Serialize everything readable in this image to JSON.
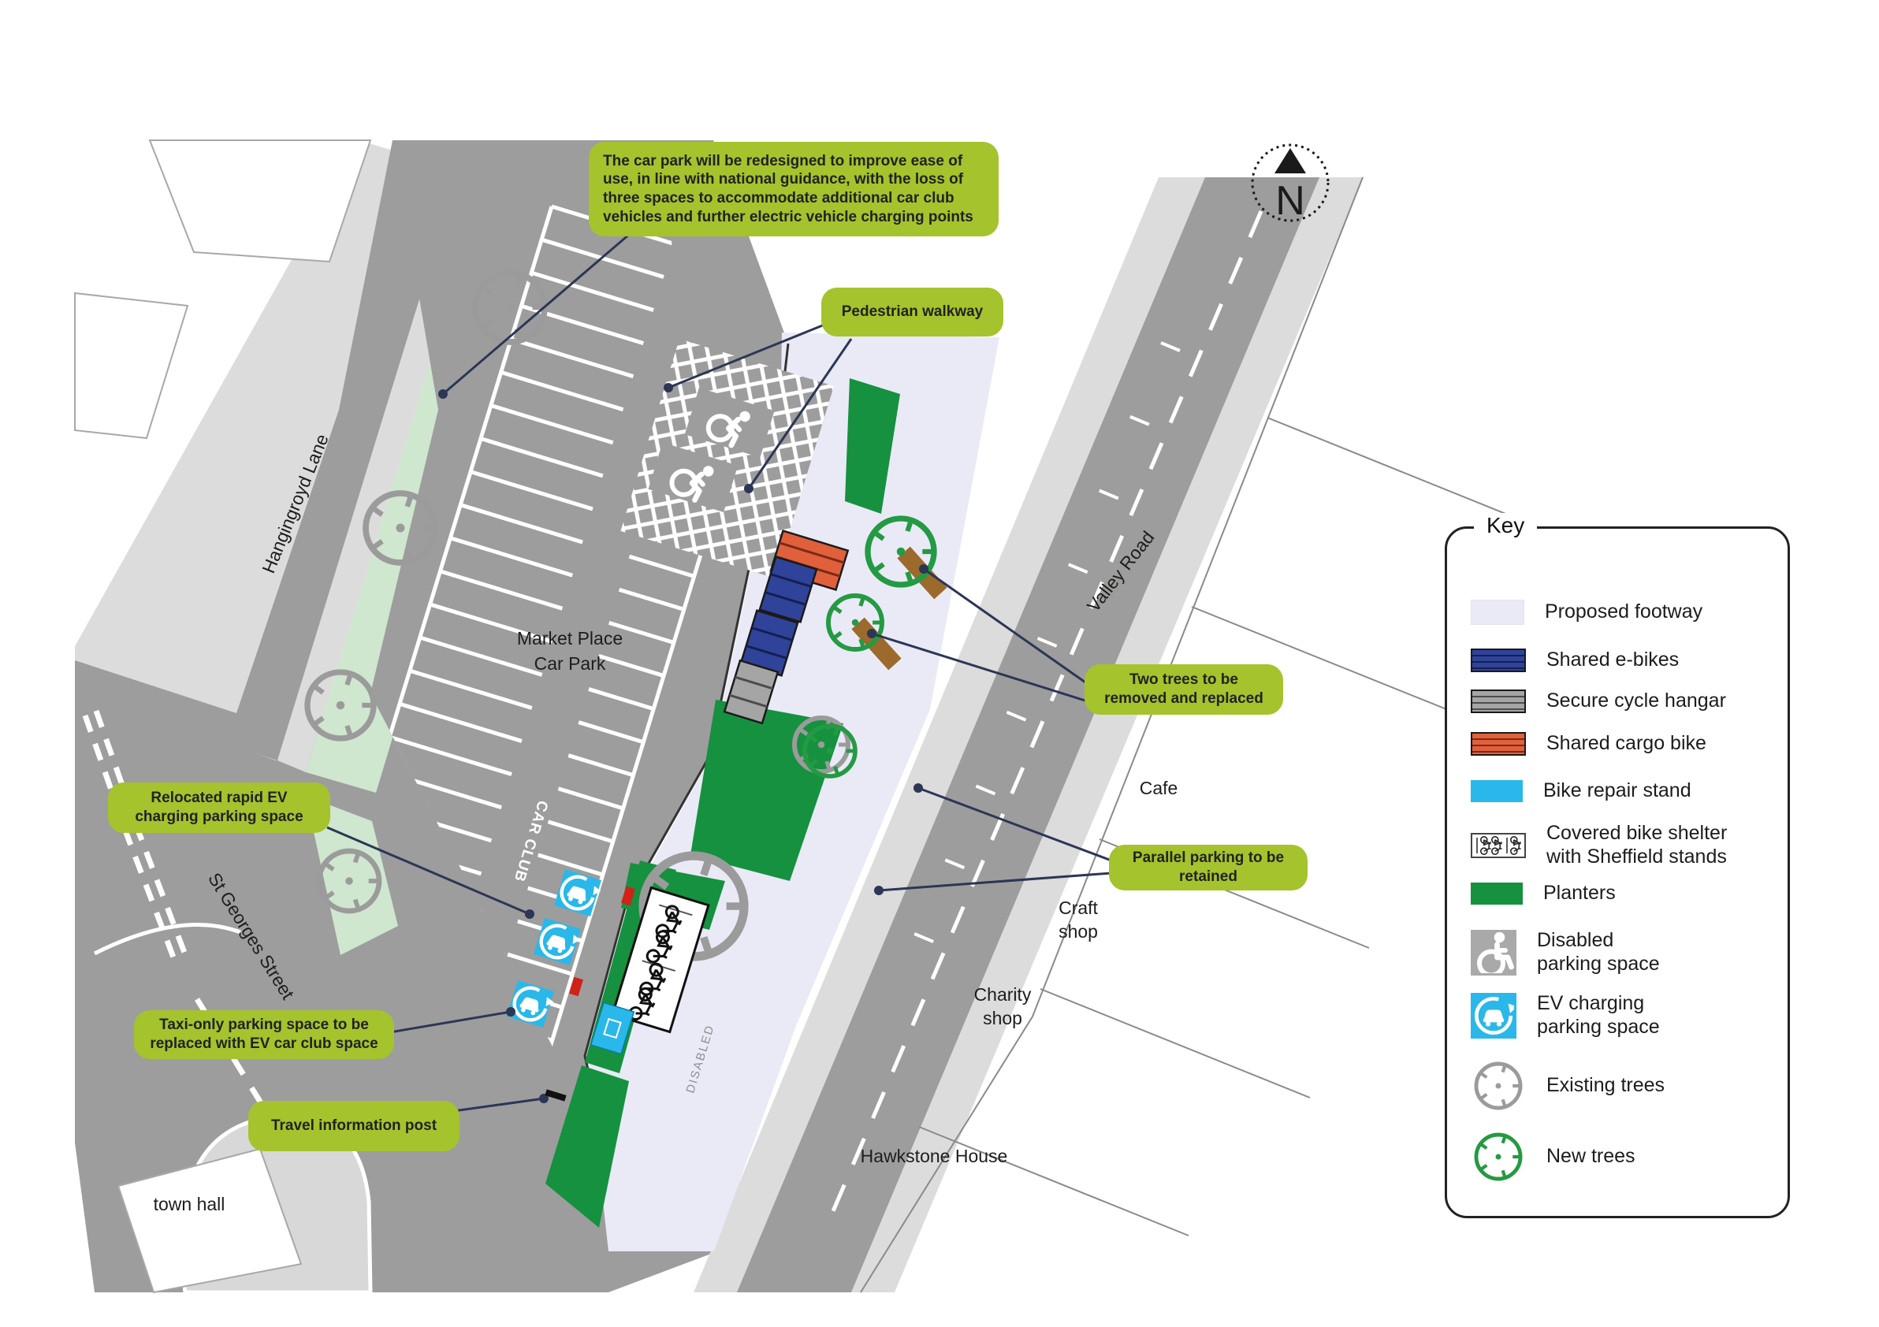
{
  "colors": {
    "callout_green": "#a5c32d",
    "leader_navy": "#2c3655",
    "road_gray": "#9d9d9d",
    "pavement_gray": "#dcdcdc",
    "verge_green": "#cfe6cf",
    "footway_lavender": "#e9eaf6",
    "planter_green": "#16913f",
    "new_tree_green": "#249a43",
    "existing_tree_gray": "#9b9b9b",
    "ebike_blue": "#30439a",
    "cycle_hangar_gray": "#a5a5a5",
    "cargo_orange": "#e0603c",
    "repair_cyan": "#29b8e9",
    "bench_brown": "#9b6a2c",
    "charge_red": "#cf2318"
  },
  "north_label": "N",
  "callouts": {
    "redesign": "The car park will be redesigned to improve ease of use, in line with national guidance, with the loss of three spaces to accommodate additional car club vehicles and further electric vehicle charging points",
    "pedestrian_walkway": "Pedestrian walkway",
    "two_trees": "Two trees to be removed and replaced",
    "relocated_ev": "Relocated rapid EV charging parking space",
    "parallel_parking": "Parallel parking to be retained",
    "taxi_only": "Taxi-only parking space to be replaced with EV car club space",
    "travel_info": "Travel information post"
  },
  "map_labels": {
    "hangingroyd_lane": "Hangingroyd Lane",
    "market_place_line1": "Market Place",
    "market_place_line2": "Car Park",
    "valley_road": "Valley Road",
    "st_georges_street": "St Georges Street",
    "cafe": "Cafe",
    "craft_shop_line1": "Craft",
    "craft_shop_line2": "shop",
    "charity_shop_line1": "Charity",
    "charity_shop_line2": "shop",
    "hawkstone_house": "Hawkstone House",
    "town_hall": "town hall",
    "car_club": "CAR CLUB",
    "disabled_marking": "DISABLED"
  },
  "key": {
    "title": "Key",
    "items": [
      {
        "id": "proposed-footway",
        "label": "Proposed footway"
      },
      {
        "id": "shared-e-bikes",
        "label": "Shared e-bikes"
      },
      {
        "id": "secure-cycle-hangar",
        "label": "Secure cycle hangar"
      },
      {
        "id": "shared-cargo-bike",
        "label": "Shared cargo bike"
      },
      {
        "id": "bike-repair-stand",
        "label": "Bike repair stand"
      },
      {
        "id": "covered-bike-shelter",
        "label": "Covered bike shelter with Sheffield stands"
      },
      {
        "id": "planters",
        "label": "Planters"
      },
      {
        "id": "disabled-parking",
        "label": "Disabled parking space"
      },
      {
        "id": "ev-charging",
        "label": "EV charging parking space"
      },
      {
        "id": "existing-trees",
        "label": "Existing trees"
      },
      {
        "id": "new-trees",
        "label": "New trees"
      }
    ]
  }
}
